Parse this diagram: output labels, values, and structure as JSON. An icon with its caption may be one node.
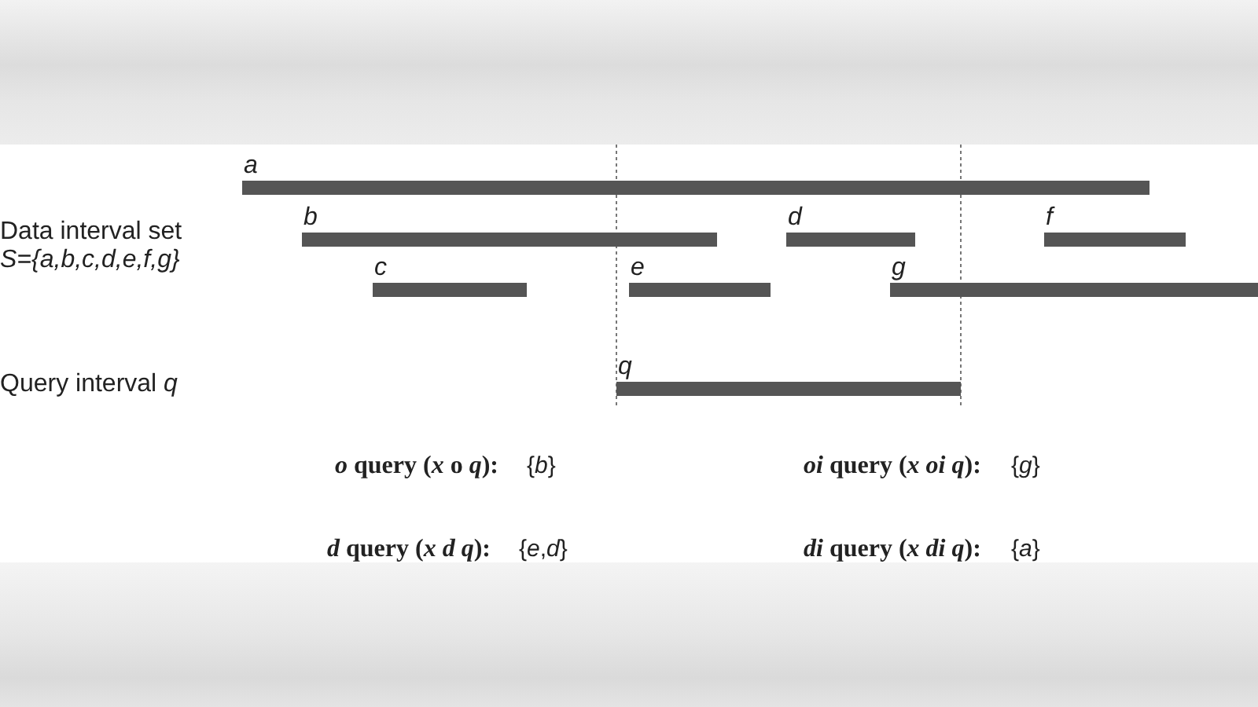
{
  "diagram": {
    "nodes": [
      {
        "text": [
          "a"
        ]
      },
      {
        "text": [
          "b"
        ]
      },
      {
        "text": [
          "d"
        ]
      },
      {
        "text": [
          "f"
        ]
      },
      {
        "text": [
          "c"
        ]
      },
      {
        "text": [
          "e"
        ]
      },
      {
        "text": [
          "g"
        ]
      },
      {
        "text": [
          "q"
        ]
      }
    ],
    "labels": [
      "Data interval set",
      "S={a,b,c,d,e,f,g}",
      "Query interval *q*",
      "*o* query (*x* o *q*):",
      "{*b*}",
      "*oi* query (*x* *oi* *q*):",
      "{*g*}",
      "*d* query (*x* *d* *q*):",
      "{*e*,*d*}",
      "*di* query (*x* *di* *q*):",
      "{*a*}"
    ]
  }
}
